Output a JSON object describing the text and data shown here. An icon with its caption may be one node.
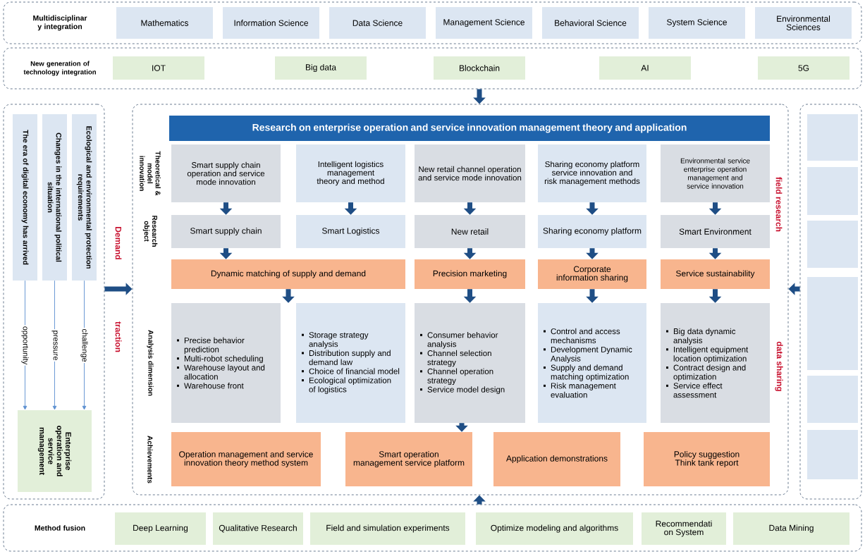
{
  "diagram": {
    "nodes": [
      {
        "text": [
          "Multidisciplinar y integration"
        ]
      },
      {
        "text": [
          "Mathematics"
        ],
        "in": 0
      },
      {
        "text": [
          "Information Science"
        ],
        "in": 0
      },
      {
        "text": [
          "Data Science"
        ],
        "in": 0
      },
      {
        "text": [
          "Management Science"
        ],
        "in": 0
      },
      {
        "text": [
          "Behavioral Science"
        ],
        "in": 0
      },
      {
        "text": [
          "System Science"
        ],
        "in": 0
      },
      {
        "text": [
          "Environmental Sciences"
        ],
        "in": 0
      },
      {
        "text": [
          "New generation of technology integration"
        ]
      },
      {
        "text": [
          "IOT"
        ],
        "in": 8
      },
      {
        "text": [
          "Big data"
        ],
        "in": 8
      },
      {
        "text": [
          "Blockchain"
        ],
        "in": 8
      },
      {
        "text": [
          "AI"
        ],
        "in": 8
      },
      {
        "text": [
          "5G"
        ],
        "in": 8
      },
      {
        "text": [],
        "shape": "box"
      },
      {
        "text": [
          "The era of digital economy has arrived"
        ],
        "in": 14
      },
      {
        "text": [
          "Changes in the international political situation"
        ],
        "in": 14
      },
      {
        "text": [
          "Ecological and environmental protection requirements"
        ],
        "in": 14
      },
      {
        "text": [
          "Enterprise operation and service management"
        ],
        "in": 14
      },
      {
        "text": [],
        "shape": "box"
      },
      {
        "text": [
          "Research on enterprise operation and service innovation management theory and application"
        ],
        "in": 19
      },
      {
        "text": [
          "Smart supply chain operation and service mode innovation"
        ],
        "in": 19
      },
      {
        "text": [
          "Intelligent logistics management theory and method"
        ],
        "in": 19
      },
      {
        "text": [
          "New retail channel operation and service mode innovation"
        ],
        "in": 19
      },
      {
        "text": [
          "Sharing economy platform service innovation and risk management methods"
        ],
        "in": 19
      },
      {
        "text": [
          "Environmental service enterprise operation management and service innovation"
        ],
        "in": 19
      },
      {
        "text": [
          "Smart supply chain"
        ],
        "in": 19
      },
      {
        "text": [
          "Smart Logistics"
        ],
        "in": 19
      },
      {
        "text": [
          "New retail"
        ],
        "in": 19
      },
      {
        "text": [
          "Sharing economy platform"
        ],
        "in": 19
      },
      {
        "text": [
          "Smart Environment"
        ],
        "in": 19
      },
      {
        "text": [
          "Dynamic matching of supply and demand"
        ],
        "in": 19
      },
      {
        "text": [
          "Precision marketing"
        ],
        "in": 19
      },
      {
        "text": [
          "Corporate information sharing"
        ],
        "in": 19
      },
      {
        "text": [
          "Service sustainability"
        ],
        "in": 19
      },
      {
        "text": [
          "Precise behavior prediction",
          "Multi-robot scheduling",
          "Warehouse layout and allocation",
          "Warehouse front"
        ],
        "in": 19
      },
      {
        "text": [
          "Storage strategy analysis",
          "Distribution supply and demand law",
          "Choice of financial model",
          "Ecological optimization of logistics"
        ],
        "in": 19
      },
      {
        "text": [
          "Consumer behavior analysis",
          "Channel selection strategy",
          "Channel operation strategy",
          "Service model design"
        ],
        "in": 19
      },
      {
        "text": [
          "Control and access mechanisms",
          "Development Dynamic Analysis",
          "Supply and demand matching optimization",
          "Risk management evaluation"
        ],
        "in": 19
      },
      {
        "text": [
          "Big data dynamic analysis",
          "Intelligent equipment location optimization",
          "Contract design and optimization",
          "Service effect assessment"
        ],
        "in": 19
      },
      {
        "text": [
          "Operation management and service innovation theory method system"
        ],
        "in": 19
      },
      {
        "text": [
          "Smart operation management service platform"
        ],
        "in": 19
      },
      {
        "text": [
          "Application demonstrations"
        ],
        "in": 19
      },
      {
        "text": [
          "Policy suggestion Think tank report"
        ],
        "in": 19
      },
      {
        "text": [],
        "shape": "box"
      },
      {
        "text": [],
        "shape": "box",
        "in": 44
      },
      {
        "text": [],
        "shape": "box",
        "in": 44
      },
      {
        "text": [],
        "shape": "box",
        "in": 44
      },
      {
        "text": [],
        "shape": "box",
        "in": 44
      },
      {
        "text": [],
        "shape": "box",
        "in": 44
      },
      {
        "text": [],
        "shape": "box",
        "in": 44
      },
      {
        "text": [
          "Method fusion"
        ]
      },
      {
        "text": [
          "Deep Learning"
        ],
        "in": 51
      },
      {
        "text": [
          "Qualitative Research"
        ],
        "in": 51
      },
      {
        "text": [
          "Field and simulation experiments"
        ],
        "in": 51
      },
      {
        "text": [
          "Optimize modeling and algorithms"
        ],
        "in": 51
      },
      {
        "text": [
          "Recommendati on System"
        ],
        "in": 51
      },
      {
        "text": [
          "Data Mining"
        ],
        "in": 51
      }
    ],
    "edges": [
      {
        "from": 8,
        "to": 19,
        "arrow": "to"
      },
      {
        "from": 51,
        "to": 19,
        "arrow": "to"
      },
      {
        "from": 14,
        "to": 19,
        "arrow": "to"
      },
      {
        "from": 44,
        "to": 19,
        "arrow": "to"
      },
      {
        "from": 21,
        "to": 26,
        "arrow": "to"
      },
      {
        "from": 22,
        "to": 27,
        "arrow": "to"
      },
      {
        "from": 23,
        "to": 28,
        "arrow": "to"
      },
      {
        "from": 24,
        "to": 29,
        "arrow": "to"
      },
      {
        "from": 25,
        "to": 30,
        "arrow": "to"
      },
      {
        "from": 26,
        "to": 31,
        "arrow": "to"
      },
      {
        "from": 28,
        "to": 32,
        "arrow": "to"
      },
      {
        "from": 29,
        "to": 33,
        "arrow": "to"
      },
      {
        "from": 30,
        "to": 34,
        "arrow": "to"
      },
      {
        "from": 31,
        "to": 35,
        "arrow": "to"
      },
      {
        "from": 31,
        "to": 36,
        "arrow": "to"
      },
      {
        "from": 32,
        "to": 37,
        "arrow": "to"
      },
      {
        "from": 33,
        "to": 38,
        "arrow": "to"
      },
      {
        "from": 34,
        "to": 39,
        "arrow": "to"
      },
      {
        "from": 37,
        "to": 41,
        "arrow": "to"
      },
      {
        "from": 15,
        "to": 18,
        "arrow": "to",
        "label": "opportunity",
        "color": "#5b8fd0"
      },
      {
        "from": 16,
        "to": 18,
        "arrow": "to",
        "label": "pressure",
        "color": "#5b8fd0"
      },
      {
        "from": 17,
        "to": 18,
        "arrow": "to",
        "label": "challenge",
        "color": "#5b8fd0"
      }
    ],
    "labels": [
      "Theoretical & model innovation",
      "Research object",
      "Analysis dimension",
      "Achievements",
      "Demand",
      "traction",
      "field research",
      "data sharing"
    ]
  }
}
